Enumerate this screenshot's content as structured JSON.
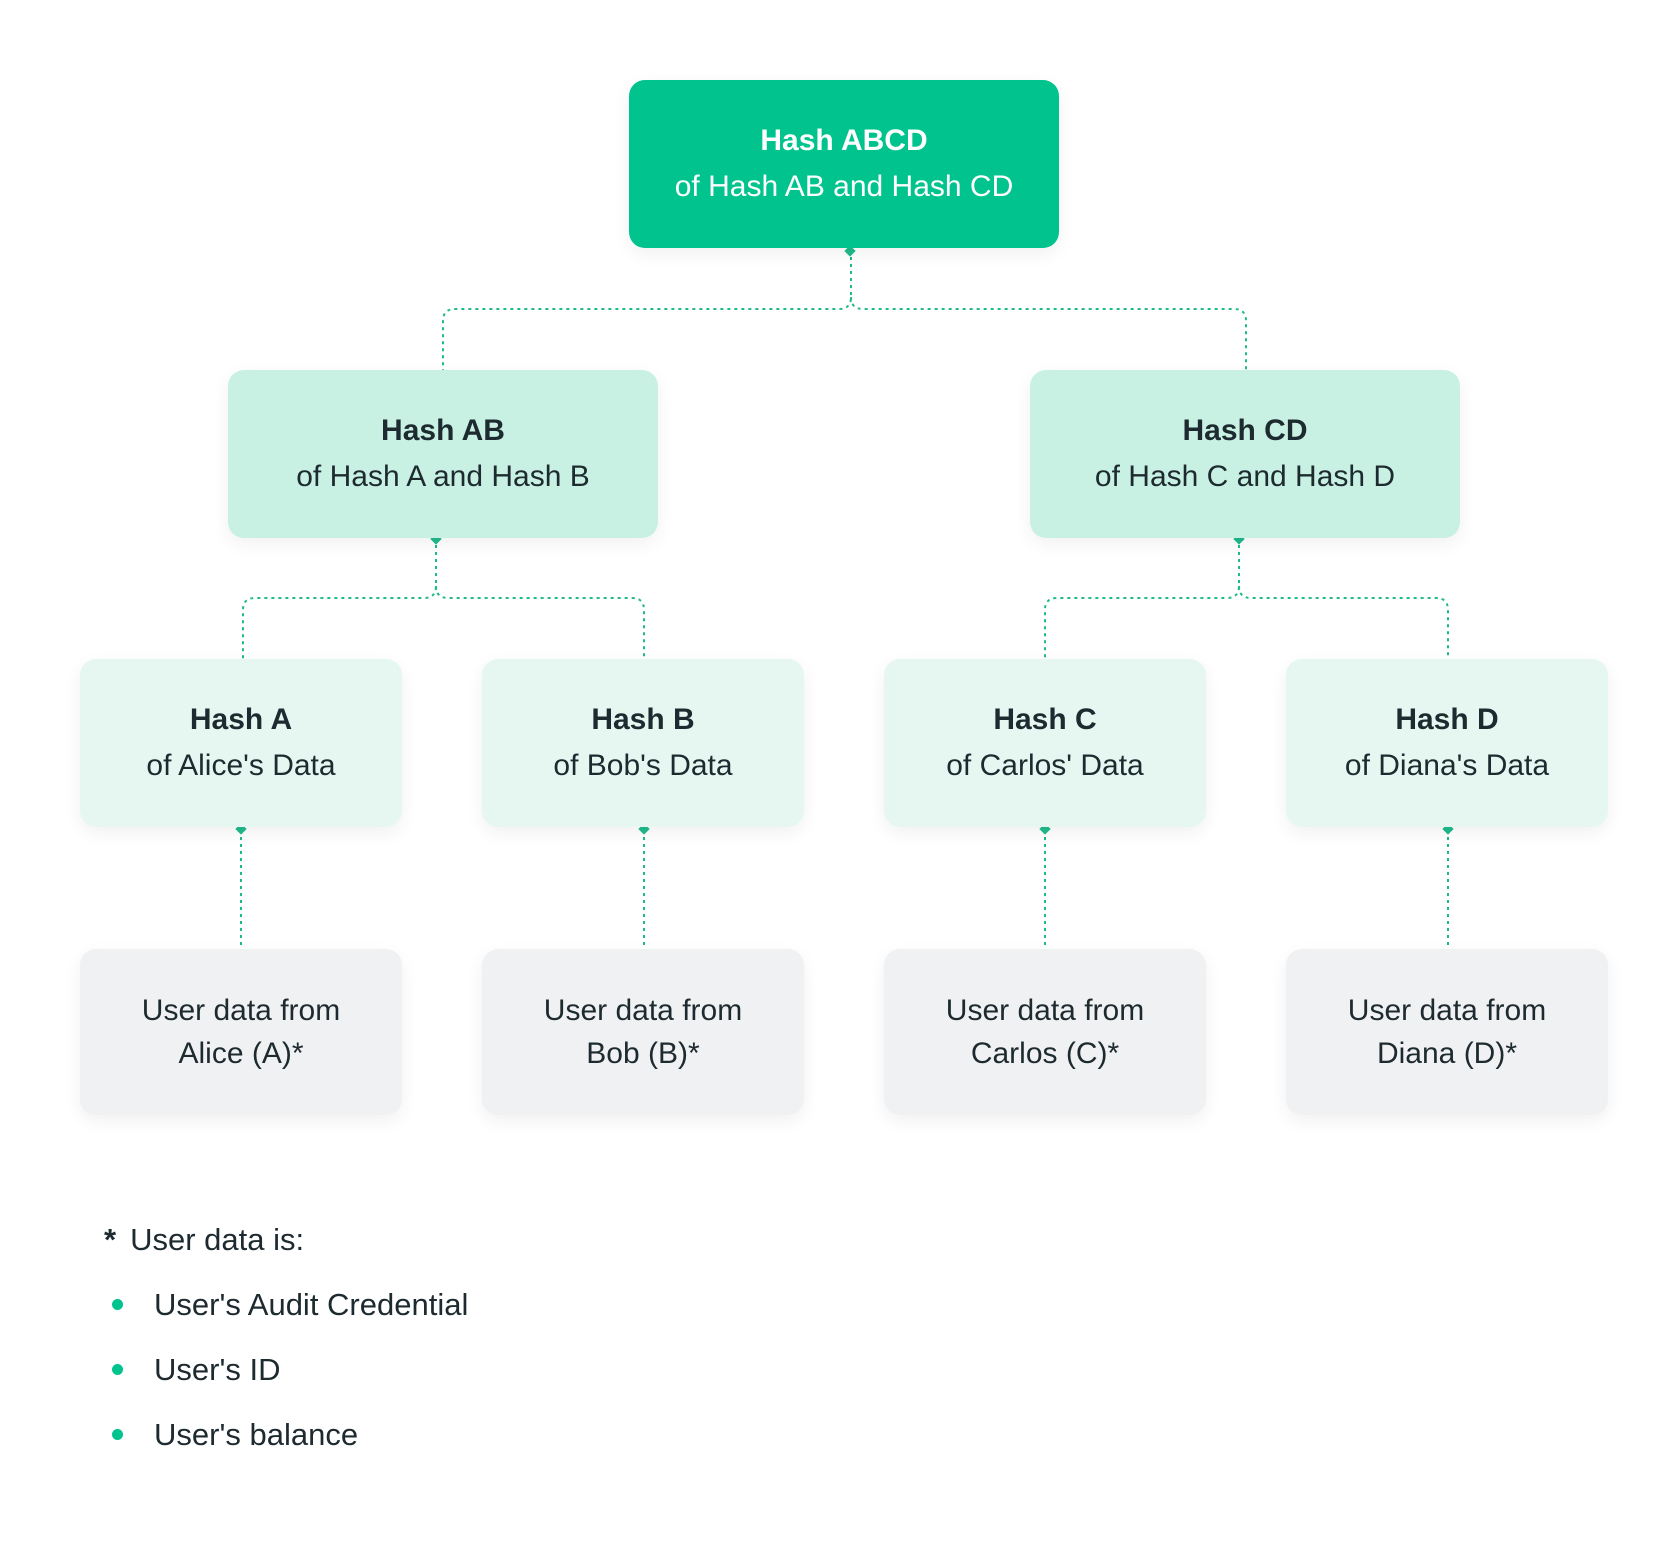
{
  "colors": {
    "accent": "#00c38d",
    "root_bg": "#00c38d",
    "mid_bg": "#c8f1e3",
    "leaf_bg": "#e6f7f1",
    "data_bg": "#f0f1f2",
    "connector": "#1fba8c"
  },
  "root": {
    "title": "Hash ABCD",
    "subtitle": "of Hash AB and Hash CD"
  },
  "mid": [
    {
      "title": "Hash AB",
      "subtitle": "of Hash A and Hash B"
    },
    {
      "title": "Hash CD",
      "subtitle": "of Hash C and Hash D"
    }
  ],
  "leaves": [
    {
      "title": "Hash A",
      "subtitle": "of Alice's Data"
    },
    {
      "title": "Hash B",
      "subtitle": "of Bob's Data"
    },
    {
      "title": "Hash C",
      "subtitle": "of Carlos' Data"
    },
    {
      "title": "Hash D",
      "subtitle": "of Diana's Data"
    }
  ],
  "data": [
    {
      "line1": "User data from",
      "line2": "Alice (A)*"
    },
    {
      "line1": "User data from",
      "line2": "Bob (B)*"
    },
    {
      "line1": "User data from",
      "line2": "Carlos (C)*"
    },
    {
      "line1": "User data from",
      "line2": "Diana (D)*"
    }
  ],
  "footnote": {
    "marker": "*",
    "heading": "User data is:",
    "items": [
      "User's Audit Credential",
      "User's ID",
      "User's balance"
    ]
  }
}
